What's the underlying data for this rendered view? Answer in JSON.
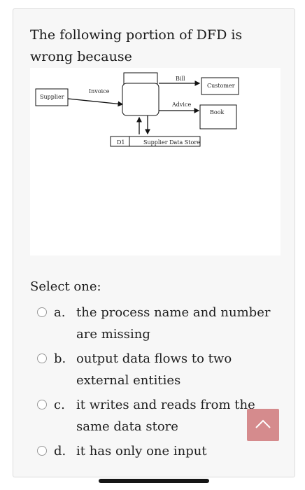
{
  "question": {
    "text": "The following portion of DFD is wrong because"
  },
  "diagram": {
    "supplier": "Supplier",
    "invoice": "Invoice",
    "bill": "Bill",
    "customer": "Customer",
    "advice": "Advice",
    "book": "Book",
    "store_id": "D1",
    "store_name": "Supplier Data Store"
  },
  "prompt": "Select one:",
  "options": [
    {
      "letter": "a.",
      "text": "the process name and number are missing"
    },
    {
      "letter": "b.",
      "text": "output data flows to two external entities"
    },
    {
      "letter": "c.",
      "text": "it writes and reads from the same data store"
    },
    {
      "letter": "d.",
      "text": "it has only one input"
    }
  ],
  "icons": {
    "scroll_top": "chevron-up-icon"
  },
  "colors": {
    "scroll_button": "#d58b8d",
    "card_background": "#f7f7f7"
  }
}
